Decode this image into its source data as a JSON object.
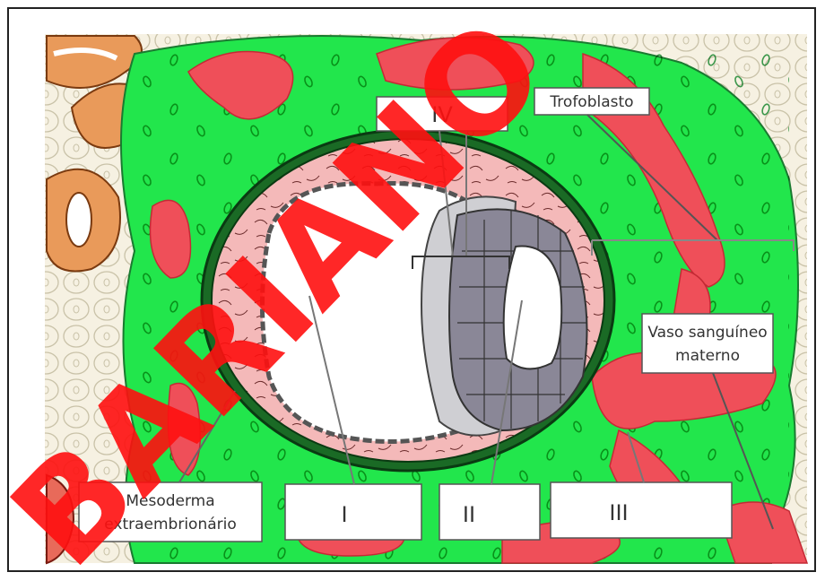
{
  "labels": {
    "trofoblasto": "Trofoblasto",
    "roman_iv": "IV",
    "vaso_line1": "Vaso sanguíneo",
    "vaso_line2": "materno",
    "meso_line1": "Mesoderma",
    "meso_line2": "extraembrionário",
    "roman_i": "I",
    "roman_ii": "II",
    "roman_iii": "III"
  },
  "watermark": "BARIANO",
  "colors": {
    "tissue_green": "#22e64c",
    "maternal_blood": "#ef4f59",
    "mesoderm_pink": "#f4b9b9",
    "epiblast_gray": "#8a8797",
    "hypoblast_gray": "#cfcfd3",
    "endometrium": "#f5f0e0",
    "gland_orange": "#e99a5a",
    "watermark_red": "#ff1010"
  }
}
